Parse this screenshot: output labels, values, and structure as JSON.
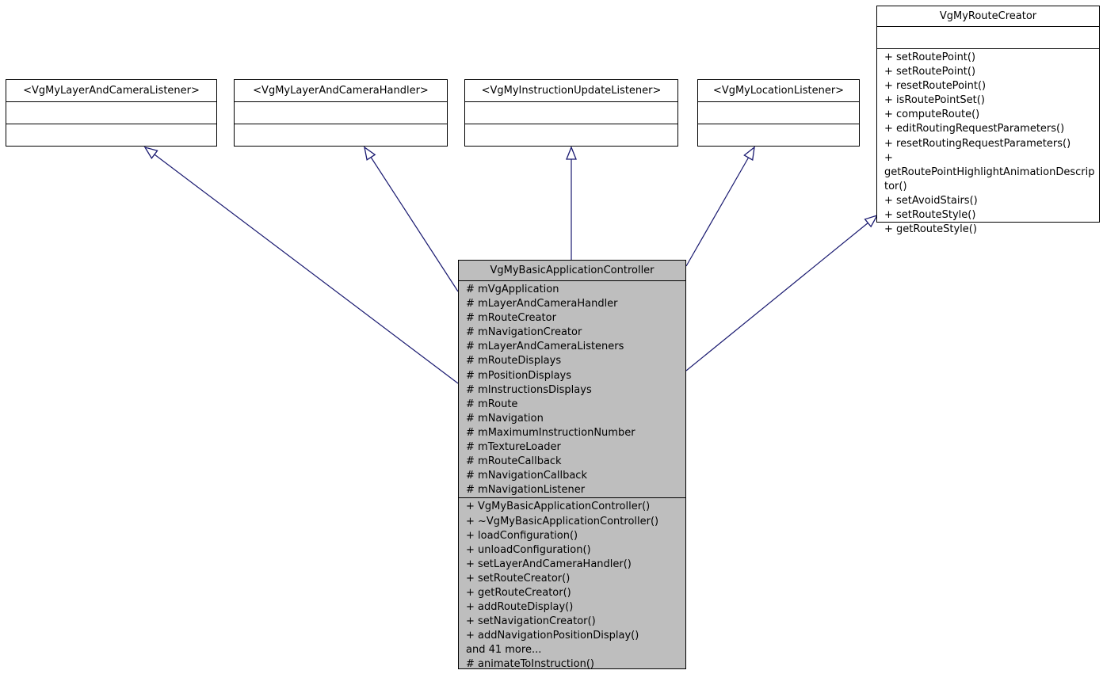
{
  "diagram": {
    "type": "uml-inheritance-graph",
    "colors": {
      "background": "#ffffff",
      "node_border": "#000000",
      "node_fill": "#ffffff",
      "focus_node_fill": "#bebebe",
      "edge": "#191970",
      "arrowhead_fill": "#ffffff"
    },
    "nodes": [
      {
        "title": "<VgMyLayerAndCameraListener>",
        "attributes": [],
        "methods": []
      },
      {
        "title": "<VgMyLayerAndCameraHandler>",
        "attributes": [],
        "methods": []
      },
      {
        "title": "<VgMyInstructionUpdateListener>",
        "attributes": [],
        "methods": []
      },
      {
        "title": "<VgMyLocationListener>",
        "attributes": [],
        "methods": []
      },
      {
        "title": "VgMyRouteCreator",
        "attributes": [],
        "methods": [
          "+ setRoutePoint()",
          "+ setRoutePoint()",
          "+ resetRoutePoint()",
          "+ isRoutePointSet()",
          "+ computeRoute()",
          "+ editRoutingRequestParameters()",
          "+ resetRoutingRequestParameters()",
          "+ getRoutePointHighlightAnimationDescriptor()",
          "+ setAvoidStairs()",
          "+ setRouteStyle()",
          "+ getRouteStyle()"
        ]
      },
      {
        "title": "VgMyBasicApplicationController",
        "attributes": [
          "# mVgApplication",
          "# mLayerAndCameraHandler",
          "# mRouteCreator",
          "# mNavigationCreator",
          "# mLayerAndCameraListeners",
          "# mRouteDisplays",
          "# mPositionDisplays",
          "# mInstructionsDisplays",
          "# mRoute",
          "# mNavigation",
          "# mMaximumInstructionNumber",
          "# mTextureLoader",
          "# mRouteCallback",
          "# mNavigationCallback",
          "# mNavigationListener"
        ],
        "methods": [
          "+ VgMyBasicApplicationController()",
          "+ ~VgMyBasicApplicationController()",
          "+ loadConfiguration()",
          "+ unloadConfiguration()",
          "+ setLayerAndCameraHandler()",
          "+ setRouteCreator()",
          "+ getRouteCreator()",
          "+ addRouteDisplay()",
          "+ setNavigationCreator()",
          "+ addNavigationPositionDisplay()",
          "and 41 more...",
          "# animateToInstruction()"
        ]
      }
    ],
    "edges": [
      {
        "from": "VgMyBasicApplicationController",
        "to": "<VgMyLayerAndCameraListener>",
        "type": "inheritance"
      },
      {
        "from": "VgMyBasicApplicationController",
        "to": "<VgMyLayerAndCameraHandler>",
        "type": "inheritance"
      },
      {
        "from": "VgMyBasicApplicationController",
        "to": "<VgMyInstructionUpdateListener>",
        "type": "inheritance"
      },
      {
        "from": "VgMyBasicApplicationController",
        "to": "<VgMyLocationListener>",
        "type": "inheritance"
      },
      {
        "from": "VgMyBasicApplicationController",
        "to": "VgMyRouteCreator",
        "type": "inheritance"
      }
    ]
  }
}
